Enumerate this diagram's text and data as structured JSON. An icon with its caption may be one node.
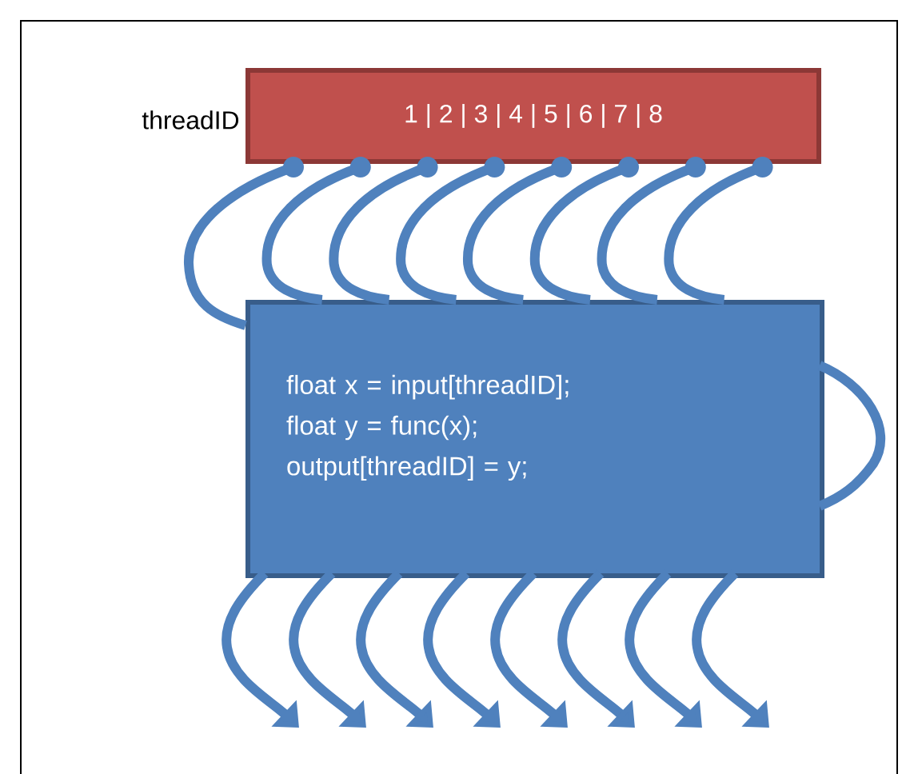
{
  "diagram": {
    "nodes": [
      {
        "text": [
          "1 | 2 | 3 | 4 | 5 | 6 | 7 | 8"
        ],
        "beside": [
          "threadID"
        ]
      },
      {
        "text": [
          "float x = input[threadID];",
          "float y = func(x);",
          "output[threadID] = y;"
        ]
      }
    ],
    "edges": [
      {
        "from": 0,
        "to": 1,
        "arrow": "other"
      },
      {
        "from": 0,
        "to": 1,
        "arrow": "other"
      },
      {
        "from": 0,
        "to": 1,
        "arrow": "other"
      },
      {
        "from": 0,
        "to": 1,
        "arrow": "other"
      },
      {
        "from": 0,
        "to": 1,
        "arrow": "other"
      },
      {
        "from": 0,
        "to": 1,
        "arrow": "other"
      },
      {
        "from": 0,
        "to": 1,
        "arrow": "other"
      },
      {
        "from": 0,
        "to": 1,
        "arrow": "other"
      },
      {
        "from": 1,
        "to": 1,
        "arrow": "none"
      },
      {
        "from": 1,
        "to": null,
        "arrow": "to"
      },
      {
        "from": 1,
        "to": null,
        "arrow": "to"
      },
      {
        "from": 1,
        "to": null,
        "arrow": "to"
      },
      {
        "from": 1,
        "to": null,
        "arrow": "to"
      },
      {
        "from": 1,
        "to": null,
        "arrow": "to"
      },
      {
        "from": 1,
        "to": null,
        "arrow": "to"
      },
      {
        "from": 1,
        "to": null,
        "arrow": "to"
      },
      {
        "from": 1,
        "to": null,
        "arrow": "to"
      }
    ]
  }
}
